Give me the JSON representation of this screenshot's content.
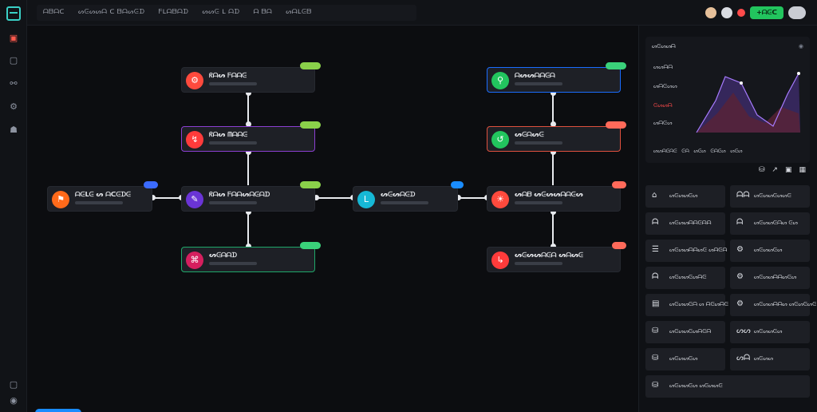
{
  "topbar": {
    "crumbs": [
      "ᗩᗷᗩᑕ",
      "ᔕᕮᔕᔕᗩ ᑕ ᗷᗩᔕᕮᗪ",
      "ᖴᒪᗩᗷᗩᗪ",
      "ᔕᔕᕮ ᒪ ᗩᗪ",
      "ᗩ ᗷᗩ",
      "ᔕᗩᒪᕮᗷ"
    ],
    "deploy_label": "+ᗩᕮᑕ"
  },
  "nodes": [
    {
      "id": "n1",
      "label": "ᖇᗩᔕ ᖴᗩᗩᕮ",
      "icon": "⚙",
      "color": "#ff4a3d",
      "badge": "#8ad14a"
    },
    {
      "id": "n2",
      "label": "ᖇᗩᔕ ᗰᗩᗩᕮ",
      "icon": "↯",
      "color": "#ff3b3b",
      "badge": "#8ad14a"
    },
    {
      "id": "n3",
      "label": "ᗩᕮᒪᕮ ᔕ ᗩᑕᕮᗪᕮ",
      "icon": "⚑",
      "color": "#ff6a1a",
      "badge": "#3b6bff"
    },
    {
      "id": "n4",
      "label": "ᖇᗩᔕ ᖴᗩᗩᔕᗩᕮᗩᗪ",
      "icon": "✎",
      "color": "#6a34d6",
      "badge": "#8ad14a"
    },
    {
      "id": "n5",
      "label": "ᔕᕮᗩᗩᗪ",
      "icon": "⌘",
      "color": "#d61f5e",
      "badge": "#3ad17a"
    },
    {
      "id": "n6",
      "label": "ᔕᕮᔕᗩᕮᗪ",
      "icon": "ᒪ",
      "color": "#16b8d6",
      "badge": "#1a8cff"
    },
    {
      "id": "n7",
      "label": "ᗩᔕᔕᗩᗩᕮᗩ",
      "icon": "⚲",
      "color": "#22c55e",
      "badge": "#3ad17a"
    },
    {
      "id": "n8",
      "label": "ᔕᕮᗩᔕᕮ",
      "icon": "↺",
      "color": "#22c55e",
      "badge": "#ff6a5a"
    },
    {
      "id": "n9",
      "label": "ᔕᗩᗷ ᔕᕮᔕᔕᗩᗩᕮᔕ",
      "icon": "☀",
      "color": "#ff4a3d",
      "badge": "#ff6a5a"
    },
    {
      "id": "n10",
      "label": "ᔕᕮᔕᔕᗩᕮᗩ ᔕᗩᔕᕮ",
      "icon": "↳",
      "color": "#ff3b3b",
      "badge": "#ff6a5a"
    }
  ],
  "panel": {
    "chart_title": "ᔕᕮᔕᔕᗩ",
    "stat1": "ᔕᔕᗩᗩ",
    "stat2": "ᔕᗩᕮᔕᔕ",
    "stat3": "ᕮᔕᔕᗩ",
    "stat4": "ᔕᗩᕮᔕ",
    "footer": "ᔕᔕᗩᕮᗩᕮ   ᕮᗩ   ᔕᕮᔕ   ᕮᗩᕮᔕ   ᔕᕮᔕ",
    "chart_color_fill": "#3b2a66",
    "chart_color_line": "#a77bff",
    "chart_color_red": "#ff4b4b",
    "tiles": [
      {
        "icon": "⌂",
        "label": "ᔕᕮᔕᔕᕮᔕ"
      },
      {
        "icon": "ᗩᗩ",
        "label": "ᔕᕮᔕᔕᕮᔕᔕᕮ"
      },
      {
        "icon": "ᗩ",
        "label": "ᔕᕮᔕᔕᗩᗩᕮᗩᗩ"
      },
      {
        "icon": "ᗩ",
        "label": "ᔕᕮᔕᔕᕮᗩᔕ ᕮᔕ"
      },
      {
        "icon": "☰",
        "label": "ᔕᕮᔕᔕᗩᗩᔕᕮ ᔕᗩᕮᗩ"
      },
      {
        "icon": "⚙",
        "label": "ᔕᕮᔕᔕᕮᔕ"
      },
      {
        "icon": "ᗩ",
        "label": "ᔕᕮᔕᔕᕮᔕᗩᕮ"
      },
      {
        "icon": "⚙",
        "label": "ᔕᕮᔕᔕᗩᗩᔕᕮᔕ"
      },
      {
        "icon": "▤",
        "label": "ᔕᕮᔕᔕᕮᗩ ᔕ ᗩᕮᔕᗩᕮ"
      },
      {
        "icon": "⚙",
        "label": "ᔕᕮᔕᔕᗩᗩᔕ ᔕᕮᔕᕮᔕᕮ"
      },
      {
        "icon": "⛁",
        "label": "ᔕᕮᔕᔕᕮᔕᗩᕮᗩ"
      },
      {
        "icon": "ᔕᔕ",
        "label": "ᔕᕮᔕᔕᕮᔕ"
      },
      {
        "icon": "⛁",
        "label": "ᔕᕮᔕᔕᕮᔕ"
      },
      {
        "icon": "ᔕᗩ",
        "label": "ᔕᕮᔕᔕ"
      },
      {
        "icon": "⛁",
        "label": "ᔕᕮᔕᔕᕮᔕ ᔕᕮᔕᔕᕮ"
      }
    ]
  }
}
